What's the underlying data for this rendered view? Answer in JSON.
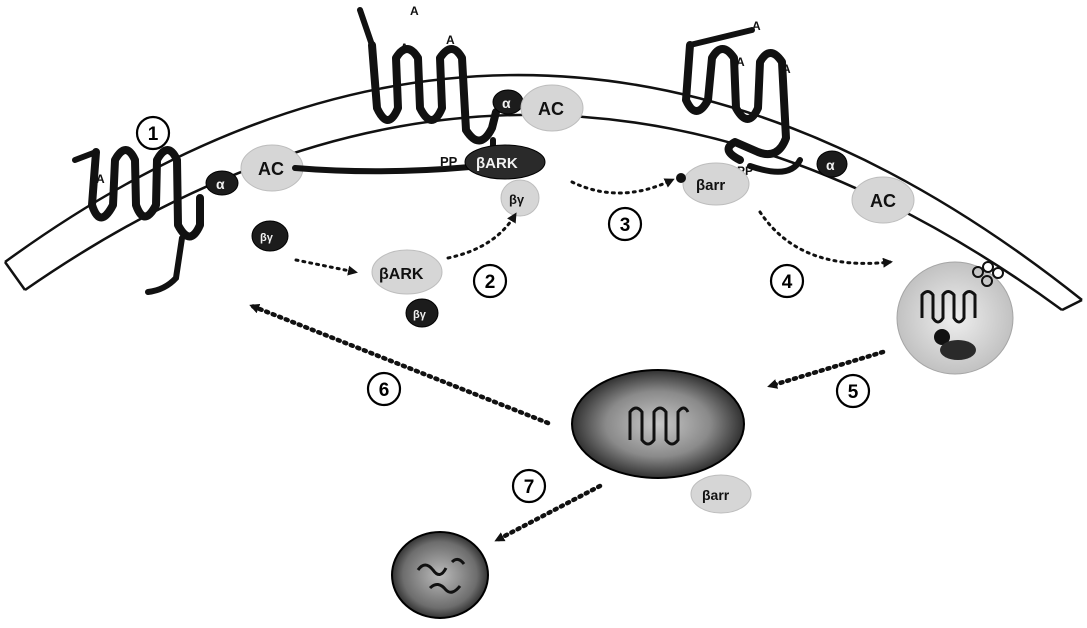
{
  "figure": {
    "agonist_label": "A",
    "adenylyl_cyclase_label": "AC",
    "g_alpha_label": "α",
    "betagamma_label": "βγ",
    "bark_label": "βARK",
    "barr_label": "βarr",
    "phospho_label": "PP",
    "steps": [
      "1",
      "2",
      "3",
      "4",
      "5",
      "6",
      "7"
    ]
  }
}
